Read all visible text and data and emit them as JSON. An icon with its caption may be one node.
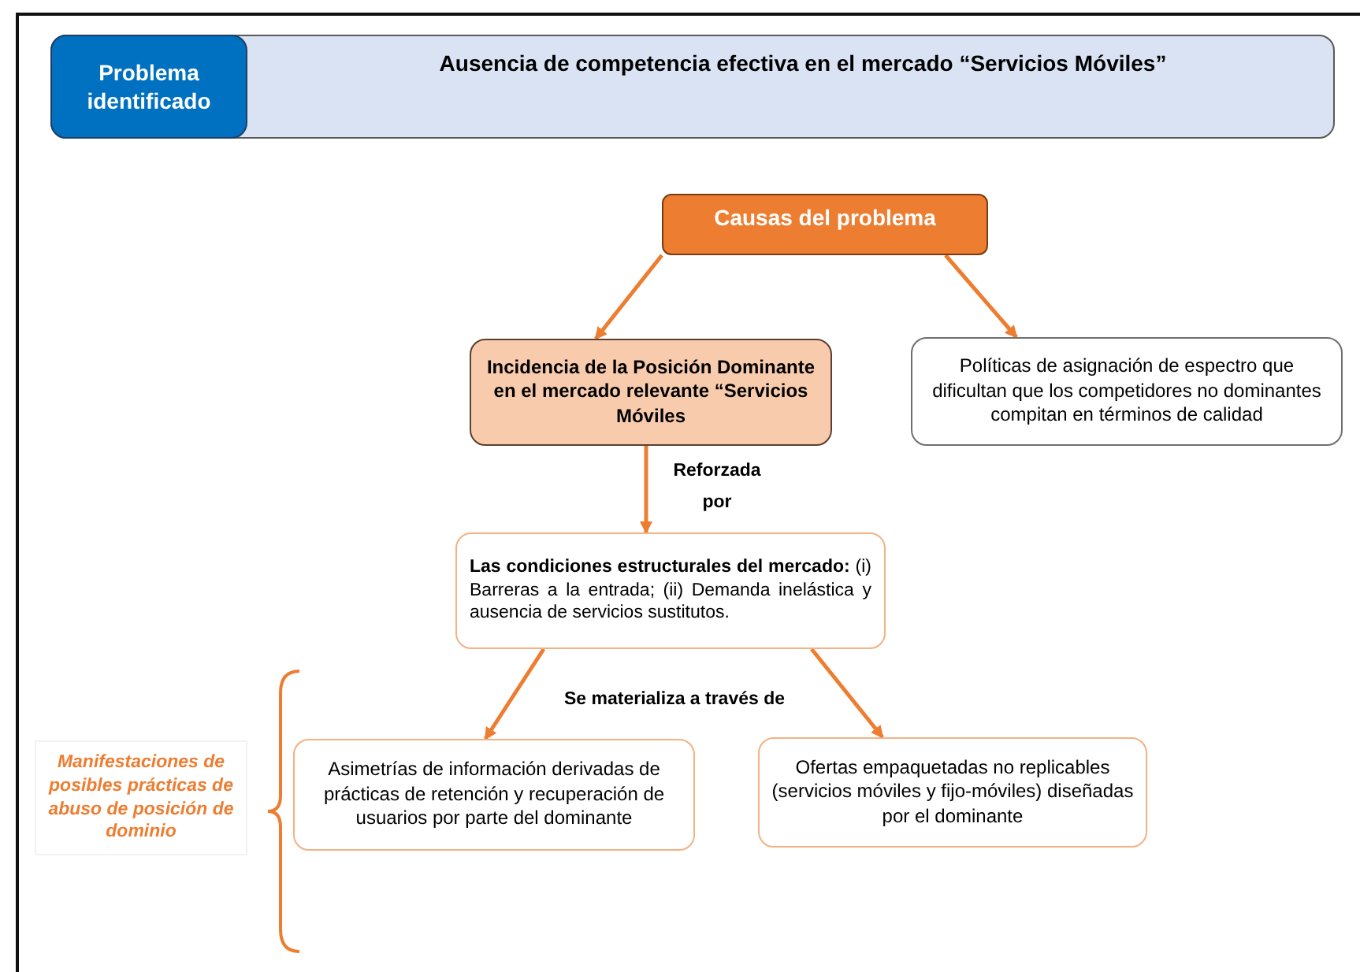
{
  "diagram": {
    "nodes": [
      {
        "text": [
          "Ausencia de competencia efectiva en el mercado “Servicios Móviles”"
        ]
      },
      {
        "text": [
          "Problema identificado"
        ],
        "in": 0
      },
      {
        "text": [
          "Causas del problema"
        ]
      },
      {
        "text": [
          "Incidencia de la Posición Dominante en el mercado relevante “Servicios Móviles"
        ]
      },
      {
        "text": [
          "Políticas de asignación de espectro que dificultan que los competidores no dominantes compitan en términos de calidad"
        ]
      },
      {
        "text": [
          "**Las condiciones estructurales del mercado:** (i) Barreras a la entrada; (ii) Demanda inelástica y ausencia de servicios sustitutos."
        ]
      },
      {
        "text": [
          "Asimetrías de información derivadas de prácticas de retención y recuperación de usuarios por parte del dominante"
        ]
      },
      {
        "text": [
          "Ofertas empaquetadas no replicables (servicios móviles y fijo-móviles) diseñadas por el dominante"
        ]
      },
      {
        "text": [
          "Manifestaciones de posibles prácticas de abuso de posición de dominio"
        ]
      }
    ],
    "edges": [
      {
        "from": 2,
        "to": 3,
        "arrow": "to"
      },
      {
        "from": 2,
        "to": 4,
        "arrow": "to"
      },
      {
        "from": 3,
        "to": 5,
        "arrow": "to",
        "label": "Reforzada por"
      },
      {
        "from": 5,
        "to": 6,
        "arrow": "to"
      },
      {
        "from": 5,
        "to": 7,
        "arrow": "to"
      }
    ],
    "labels": [
      "Se materializa a través de"
    ]
  }
}
